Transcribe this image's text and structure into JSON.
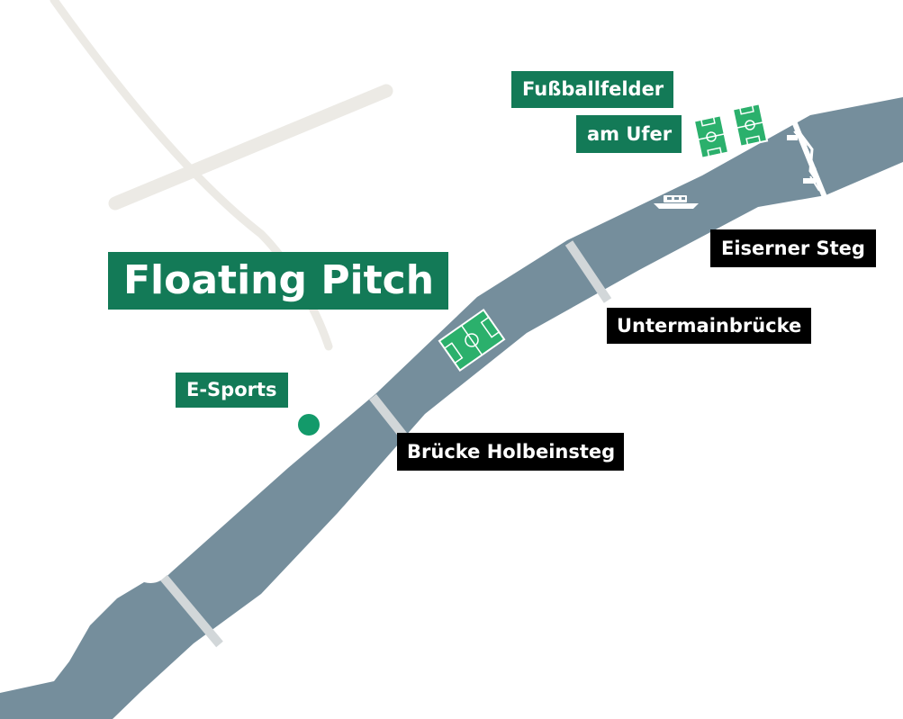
{
  "map": {
    "title": "Floating Pitch",
    "pois": {
      "esports": "E-Sports",
      "football_fields_line1": "Fußballfelder",
      "football_fields_line2": "am Ufer"
    },
    "bridges": {
      "eiserner_steg": "Eiserner Steg",
      "untermainbruecke": "Untermainbrücke",
      "holbeinsteg": "Brücke Holbeinsteg"
    },
    "colors": {
      "river": "#758e9c",
      "bridge": "#d2d7d9",
      "street": "#eceae5",
      "brand_green": "#137a57",
      "label_black": "#000000",
      "background": "#ffffff"
    },
    "icons": [
      "football-pitch-icon",
      "boat-icon",
      "location-dot-icon"
    ]
  }
}
